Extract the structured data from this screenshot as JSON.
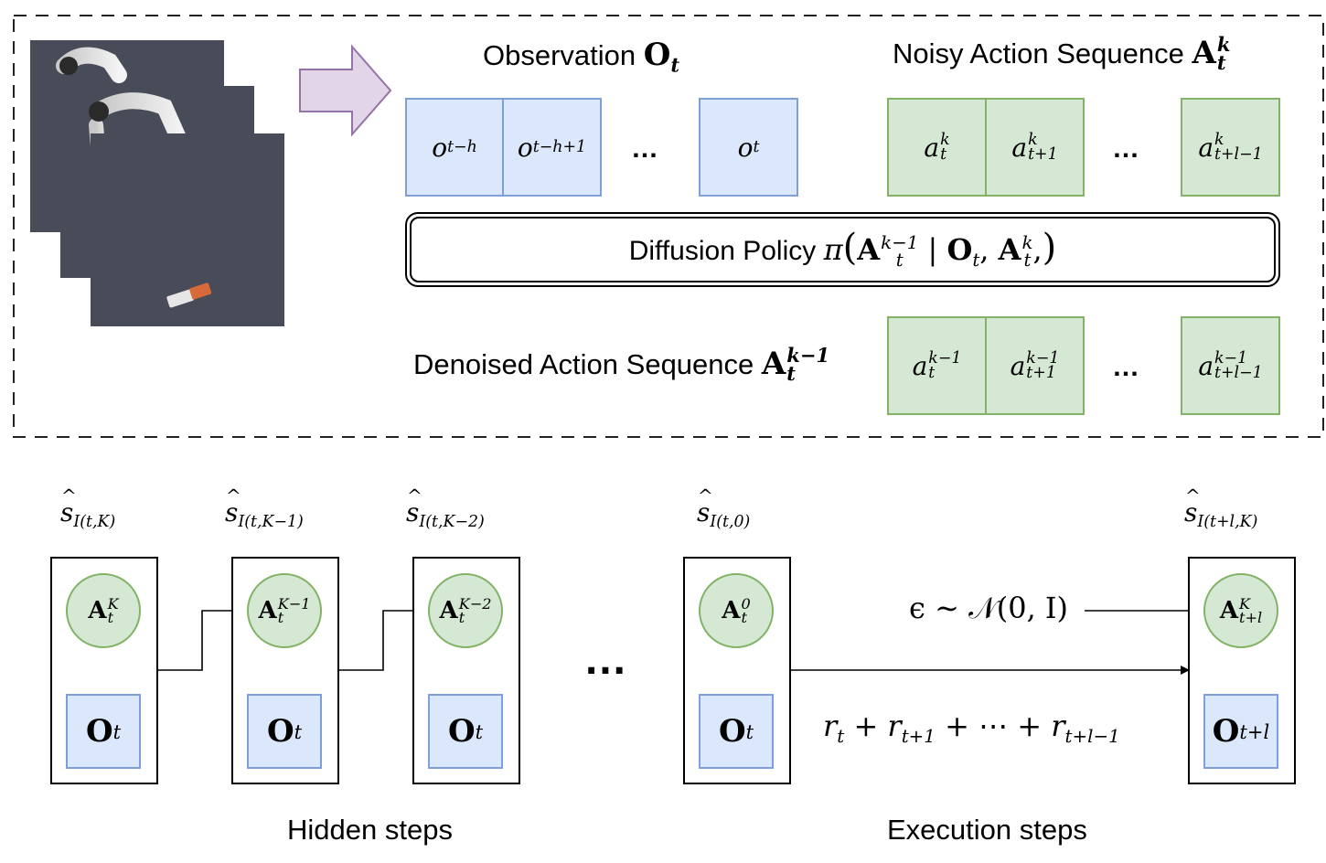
{
  "top": {
    "observation_title": "Observation",
    "observation_symbol": {
      "base": "O",
      "sub": "t"
    },
    "noisy_title": "Noisy Action Sequence",
    "noisy_symbol": {
      "base": "A",
      "sup": "k",
      "sub": "t"
    },
    "obs_cells": [
      {
        "base": "o",
        "sub": "t−h"
      },
      {
        "base": "o",
        "sub": "t−h+1"
      },
      {
        "base": "o",
        "sub": "t"
      }
    ],
    "noisy_cells": [
      {
        "base": "a",
        "sup": "k",
        "sub": "t"
      },
      {
        "base": "a",
        "sup": "k",
        "sub": "t+1"
      },
      {
        "base": "a",
        "sup": "k",
        "sub": "t+l−1"
      }
    ],
    "ellipsis": "…",
    "policy_label": "Diffusion Policy",
    "policy_expr": {
      "pi": "π",
      "lparen": "(",
      "A": "A",
      "A_sup": "k−1",
      "A_sub": "t",
      "bar": "|",
      "O": "O",
      "O_sub": "t",
      "comma1": ",",
      "A2": "A",
      "A2_sup": "k",
      "A2_sub": "t",
      "comma2": ",",
      "rparen": ")"
    },
    "denoised_title": "Denoised Action Sequence",
    "denoised_symbol": {
      "base": "A",
      "sup": "k−1",
      "sub": "t"
    },
    "denoised_cells": [
      {
        "base": "a",
        "sup": "k−1",
        "sub": "t"
      },
      {
        "base": "a",
        "sup": "k−1",
        "sub": "t+1"
      },
      {
        "base": "a",
        "sup": "k−1",
        "sub": "t+l−1"
      }
    ]
  },
  "bottom": {
    "states": [
      {
        "label": {
          "base": "s",
          "sub": "I(t,K)"
        },
        "action": {
          "base": "A",
          "sup": "K",
          "sub": "t"
        },
        "obs": {
          "base": "O",
          "sub": "t"
        }
      },
      {
        "label": {
          "base": "s",
          "sub": "I(t,K−1)"
        },
        "action": {
          "base": "A",
          "sup": "K−1",
          "sub": "t"
        },
        "obs": {
          "base": "O",
          "sub": "t"
        }
      },
      {
        "label": {
          "base": "s",
          "sub": "I(t,K−2)"
        },
        "action": {
          "base": "A",
          "sup": "K−2",
          "sub": "t"
        },
        "obs": {
          "base": "O",
          "sub": "t"
        }
      },
      {
        "label": {
          "base": "s",
          "sub": "I(t,0)"
        },
        "action": {
          "base": "A",
          "sup": "0",
          "sub": "t"
        },
        "obs": {
          "base": "O",
          "sub": "t"
        }
      },
      {
        "label": {
          "base": "s",
          "sub": "I(t+l,K)"
        },
        "action": {
          "base": "A",
          "sup": "K",
          "sub": "t+l"
        },
        "obs": {
          "base": "O",
          "sub": "t+l"
        }
      }
    ],
    "ellipsis": "…",
    "noise_expr": "ϵ ∼ 𝒩(0, I)",
    "reward_expr": {
      "r": "r",
      "t": "t",
      "plus": "+",
      "t1": "t+1",
      "cdots": "⋯",
      "tl": "t+l−1"
    },
    "hidden_label": "Hidden steps",
    "execution_label": "Execution steps"
  },
  "colors": {
    "obs_fill": "#dbe7fa",
    "obs_stroke": "#7ea0d6",
    "action_fill": "#d5e8d4",
    "action_stroke": "#82b366",
    "arrow_fill": "#e1d5e7",
    "arrow_stroke": "#9673a6",
    "scene_bg": "#474c58"
  }
}
